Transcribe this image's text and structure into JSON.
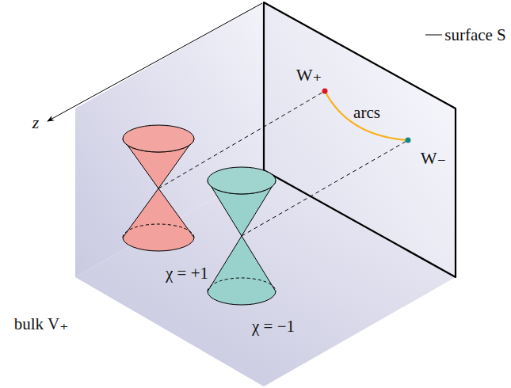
{
  "diagram": {
    "labels": [
      "z",
      "surface S",
      "W₊",
      "arcs",
      "W₋",
      "χ = +1",
      "χ = −1",
      "bulk V₊"
    ]
  }
}
